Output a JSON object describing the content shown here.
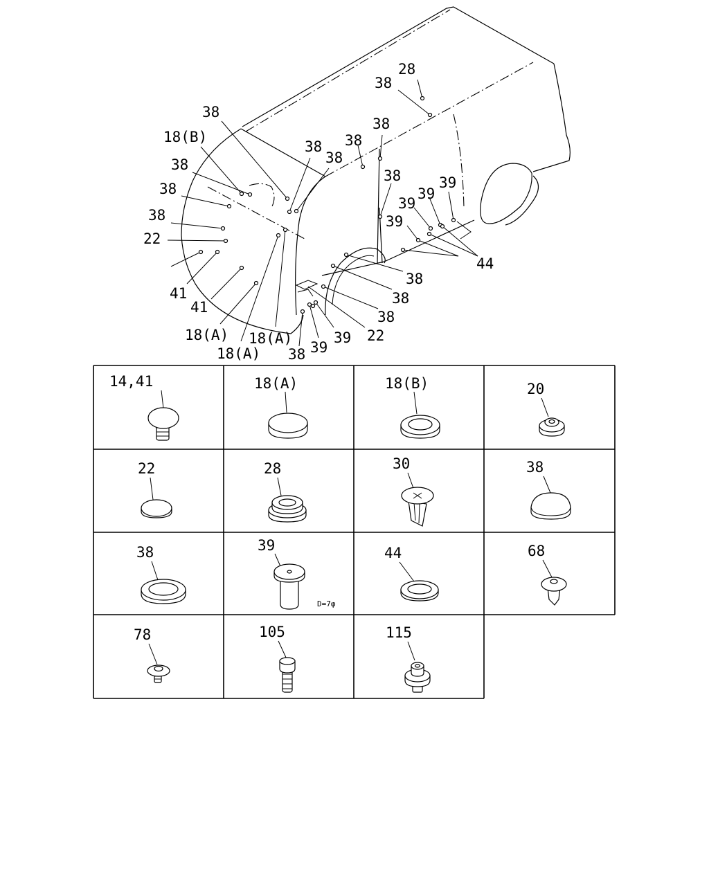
{
  "figure": {
    "callouts": [
      {
        "text": "28"
      },
      {
        "text": "38"
      },
      {
        "text": "38"
      },
      {
        "text": "18(B)"
      },
      {
        "text": "38"
      },
      {
        "text": "38"
      },
      {
        "text": "38"
      },
      {
        "text": "38"
      },
      {
        "text": "38"
      },
      {
        "text": "38"
      },
      {
        "text": "38"
      },
      {
        "text": "22"
      },
      {
        "text": "38"
      },
      {
        "text": "41"
      },
      {
        "text": "41"
      },
      {
        "text": "18(A)"
      },
      {
        "text": "18(A)"
      },
      {
        "text": "18(A)"
      },
      {
        "text": "38"
      },
      {
        "text": "39"
      },
      {
        "text": "39"
      },
      {
        "text": "22"
      },
      {
        "text": "38"
      },
      {
        "text": "38"
      },
      {
        "text": "38"
      },
      {
        "text": "39"
      },
      {
        "text": "39"
      },
      {
        "text": "39"
      },
      {
        "text": "39"
      },
      {
        "text": "44"
      }
    ]
  },
  "parts_table": {
    "cells": [
      {
        "number": "14,41",
        "part": "button-clip-icon"
      },
      {
        "number": "18(A)",
        "part": "flat-plug-icon"
      },
      {
        "number": "18(B)",
        "part": "ring-grommet-icon"
      },
      {
        "number": "20",
        "part": "small-nut-grommet-icon"
      },
      {
        "number": "22",
        "part": "small-plug-icon"
      },
      {
        "number": "28",
        "part": "double-grommet-icon"
      },
      {
        "number": "30",
        "part": "screw-rivet-icon"
      },
      {
        "number": "38",
        "part": "dome-plug-icon"
      },
      {
        "number": "38",
        "part": "large-grommet-icon"
      },
      {
        "number": "39",
        "part": "pin-plug-icon"
      },
      {
        "number": "44",
        "part": "flat-washer-icon"
      },
      {
        "number": "68",
        "part": "push-clip-icon"
      },
      {
        "number": "78",
        "part": "flange-screw-icon"
      },
      {
        "number": "105",
        "part": "bolt-icon"
      },
      {
        "number": "115",
        "part": "stud-nut-icon"
      }
    ],
    "dimension_note": "D=7φ"
  }
}
